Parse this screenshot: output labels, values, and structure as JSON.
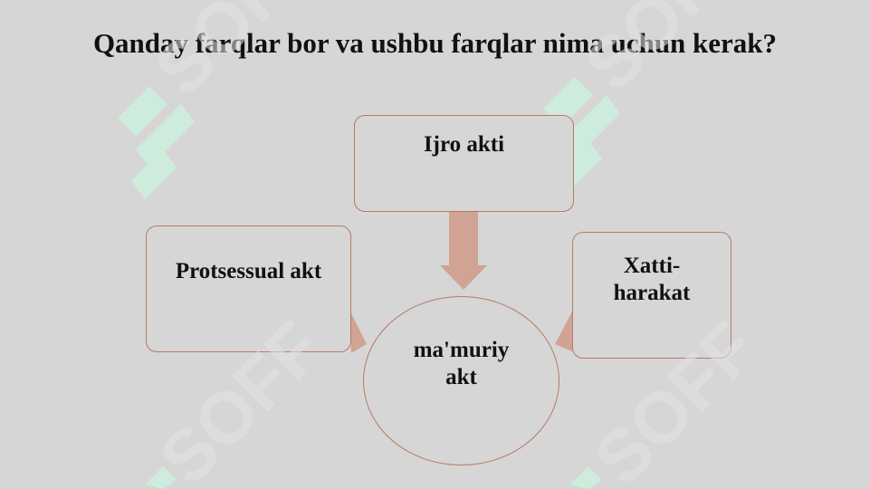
{
  "title": "Qanday farqlar bor va ushbu farqlar nima uchun kerak?",
  "nodes": {
    "top": "Ijro akti",
    "left": "Protsessual akt",
    "right": "Xatti-harakat",
    "center": "ma'muriy akt"
  },
  "watermark": {
    "text": "SOFF",
    "color": "#cdeedd"
  },
  "colors": {
    "background": "#d6d6d6",
    "node_border": "#b87a66",
    "arrow": "#cf9a8a"
  }
}
